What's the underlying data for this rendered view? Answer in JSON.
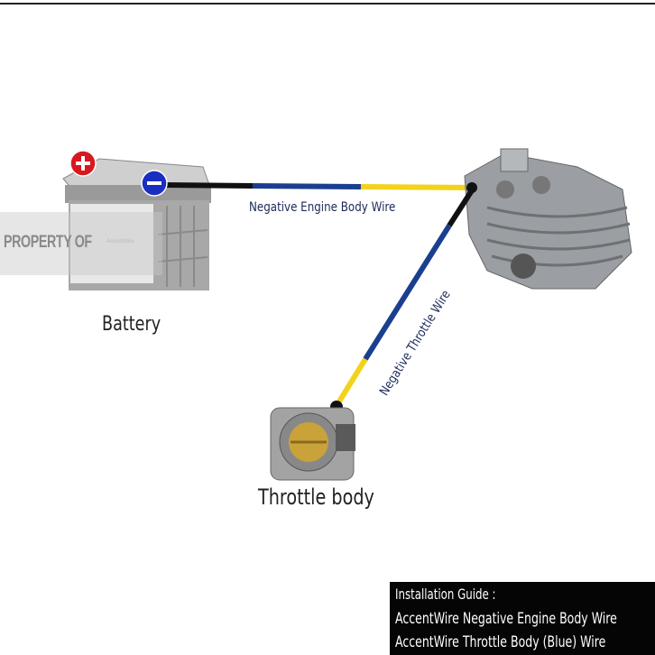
{
  "labels": {
    "battery": "Battery",
    "throttle_body": "Throttle body",
    "negative_engine_body_wire": "Negative  Engine Body Wire",
    "negative_throttle_wire": "Negative Throttle Wire"
  },
  "watermark": {
    "text": "PROPERTY OF",
    "brand": "AccentWire"
  },
  "installation_guide": {
    "title": "Installation Guide :",
    "lines": [
      "AccentWire Negative Engine Body Wire",
      "AccentWire Throttle Body (Blue) Wire"
    ]
  },
  "terminals": {
    "positive": "+",
    "negative": "−"
  },
  "colors": {
    "wire_blue": "#1b3f8f",
    "wire_yellow": "#f2d21b",
    "wire_black": "#111111",
    "positive": "#d8181e",
    "negative": "#1a2fc0"
  }
}
